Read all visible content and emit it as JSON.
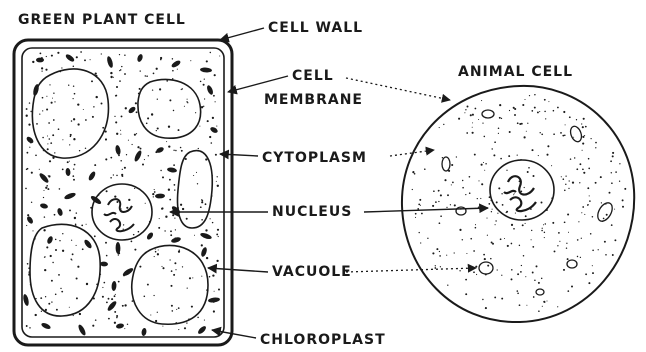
{
  "plant_cell": {
    "title": "GREEN PLANT CELL"
  },
  "animal_cell": {
    "title": "ANIMAL CELL"
  },
  "labels": {
    "cell_wall": "CELL WALL",
    "cell_membrane_line1": "CELL",
    "cell_membrane_line2": "MEMBRANE",
    "cytoplasm": "CYTOPLASM",
    "nucleus": "NUCLEUS",
    "vacuole": "VACUOLE",
    "chloroplast": "CHLOROPLAST"
  },
  "colors": {
    "ink": "#1a1a1a",
    "paper": "#ffffff"
  }
}
